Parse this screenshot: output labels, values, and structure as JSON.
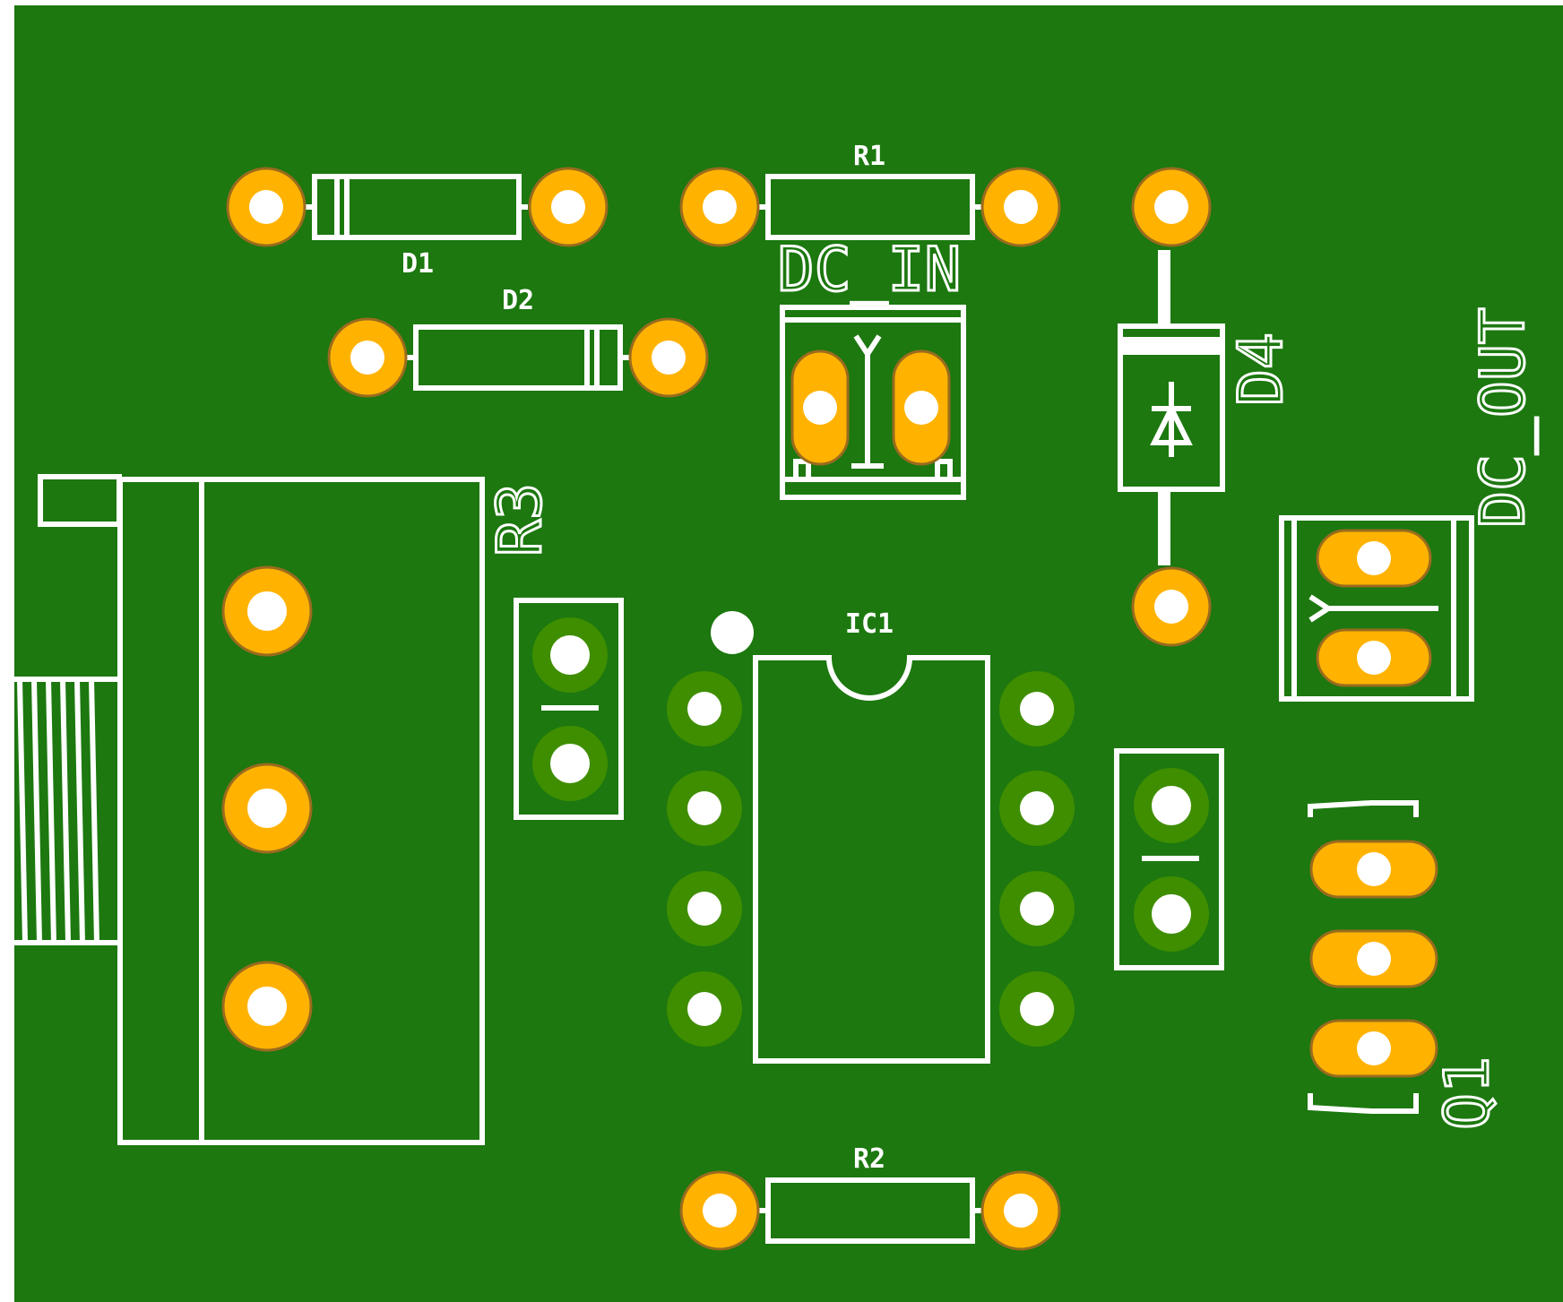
{
  "board": {
    "colors": {
      "substrate": "#1c780f",
      "copper_pad": "#ffb300",
      "pad_ring": "#9a6b1e",
      "silkscreen": "#ffffff",
      "plated_pad": "#3f8e00",
      "background": "#ffffff"
    }
  },
  "labels": {
    "d1": "D1",
    "d2": "D2",
    "r1": "R1",
    "r2": "R2",
    "r3": "R3",
    "d4": "D4",
    "ic1": "IC1",
    "q1": "Q1",
    "dc_in": "DC_IN",
    "dc_out": "DC_OUT"
  }
}
